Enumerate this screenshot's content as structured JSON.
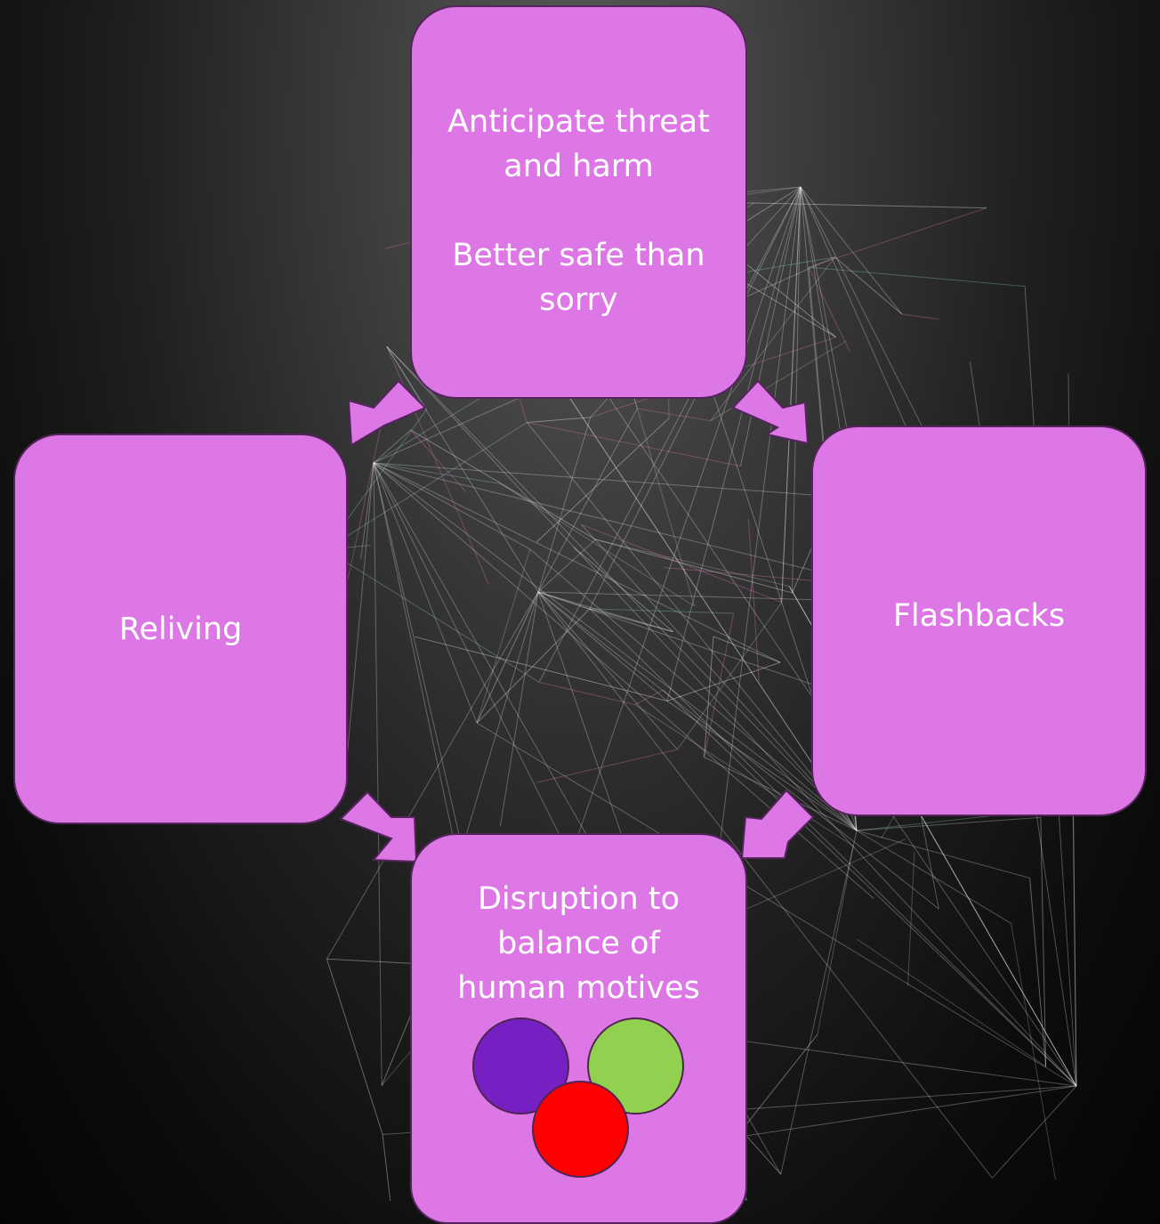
{
  "diagram": {
    "top": {
      "lines": [
        "Anticipate threat",
        "and harm"
      ],
      "lines2": [
        "Better safe than",
        "sorry"
      ]
    },
    "left": {
      "label": "Reliving"
    },
    "right": {
      "label": "Flashbacks"
    },
    "bottom": {
      "lines": [
        "Disruption to",
        "balance of",
        "human motives"
      ]
    },
    "motive_circles": [
      {
        "color": "#7620c3"
      },
      {
        "color": "#92d050"
      },
      {
        "color": "#ff0000"
      }
    ],
    "colors": {
      "box_fill": "#dd77e6",
      "box_border": "#55245c",
      "text": "#ffffff"
    }
  }
}
